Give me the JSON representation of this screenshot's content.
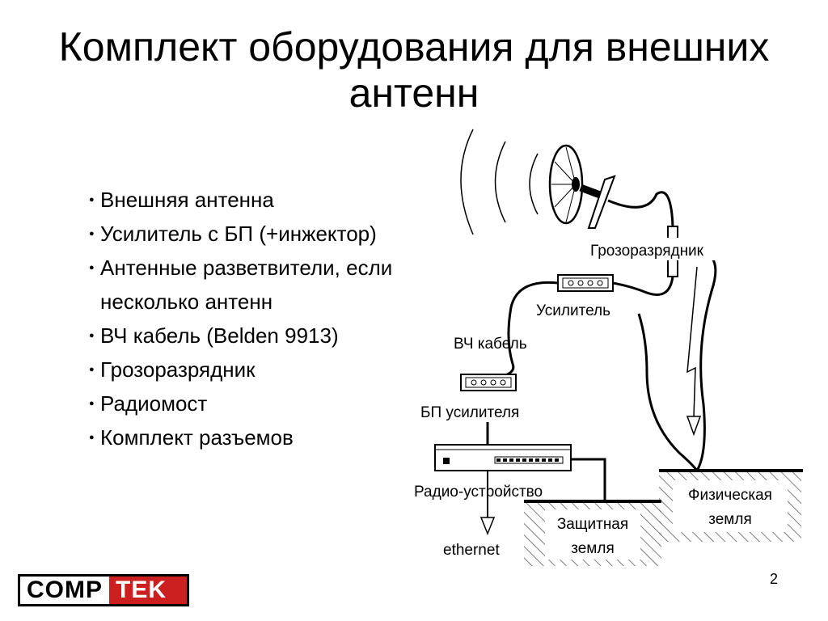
{
  "title": "Комплект оборудования для внешних антенн",
  "bullets": [
    "Внешняя антенна",
    "Усилитель с БП (+инжектор)",
    "Антенные разветвители, если несколько антенн",
    "ВЧ кабель (Belden 9913)",
    "Грозоразрядник",
    "Радиомост",
    "Комплект разъемов"
  ],
  "diagram": {
    "lightning_arrester": "Грозоразрядник",
    "amplifier": "Усилитель",
    "rf_cable": "ВЧ кабель",
    "amp_power_supply": "БП усилителя",
    "radio_device": "Радио-устройство",
    "ethernet": "ethernet",
    "protective_ground_1": "Защитная",
    "protective_ground_2": "земля",
    "physical_ground_1": "Физическая",
    "physical_ground_2": "земля"
  },
  "page_number": "2",
  "logo": {
    "left": "COMP",
    "right": "TEK",
    "accent_color": "#cc1f1f"
  }
}
